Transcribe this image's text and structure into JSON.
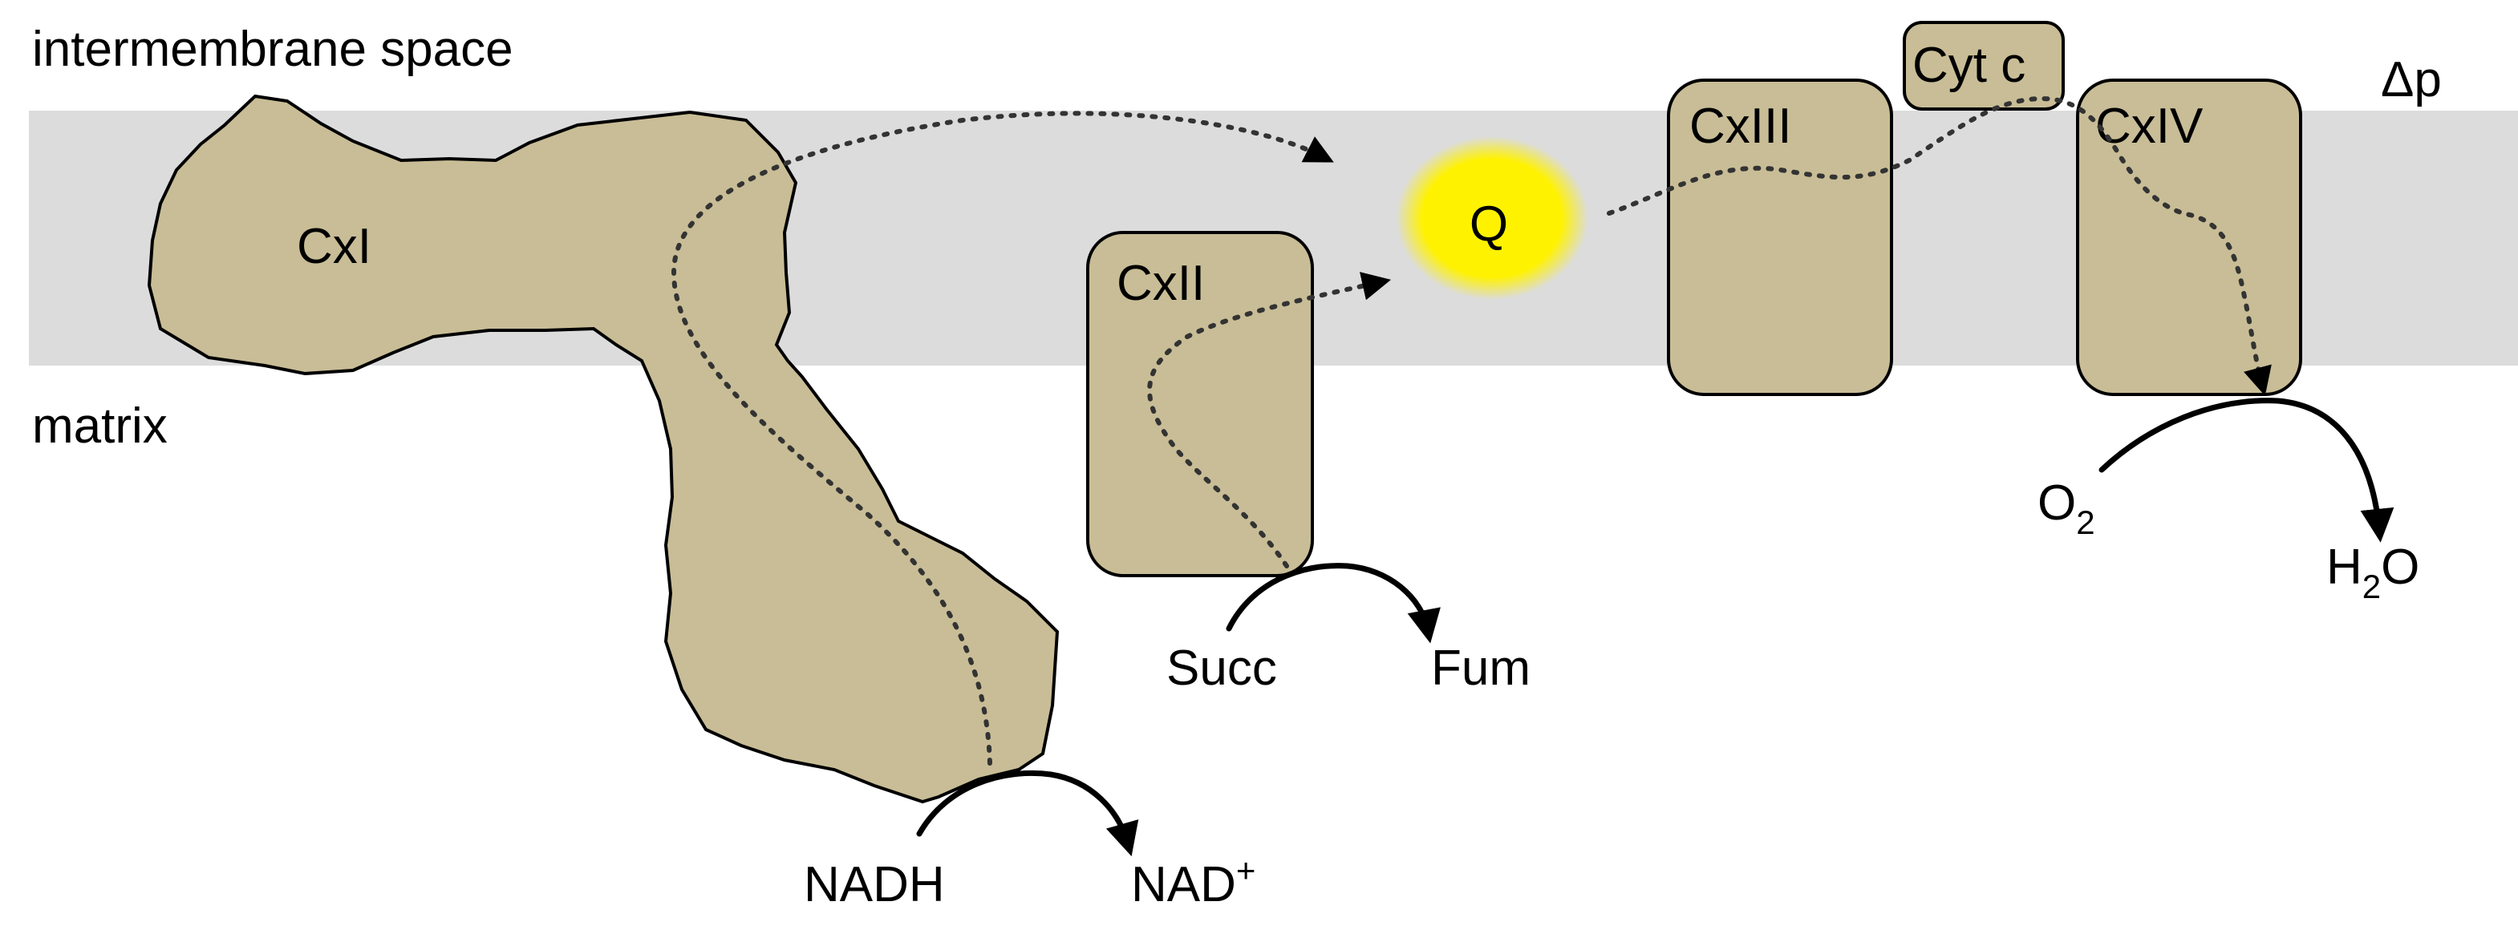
{
  "regions": {
    "intermembrane": "intermembrane space",
    "matrix": "matrix",
    "delta_p": "Δp"
  },
  "complexes": {
    "c1": "CxI",
    "c2": "CxII",
    "c3": "CxIII",
    "c4": "CxIV",
    "cytc": "Cyt c"
  },
  "quinone": "Q",
  "metabolites": {
    "nadh": "NADH",
    "nad": "NAD",
    "nad_sup": "+",
    "succ": "Succ",
    "fum": "Fum",
    "o2_main": "O",
    "o2_sub": "2",
    "h2o_h": "H",
    "h2o_sub": "2",
    "h2o_o": "O"
  },
  "colors": {
    "membrane": "#dcdcdc",
    "complex_fill": "#c8bd96",
    "quinone": "#fff200"
  }
}
